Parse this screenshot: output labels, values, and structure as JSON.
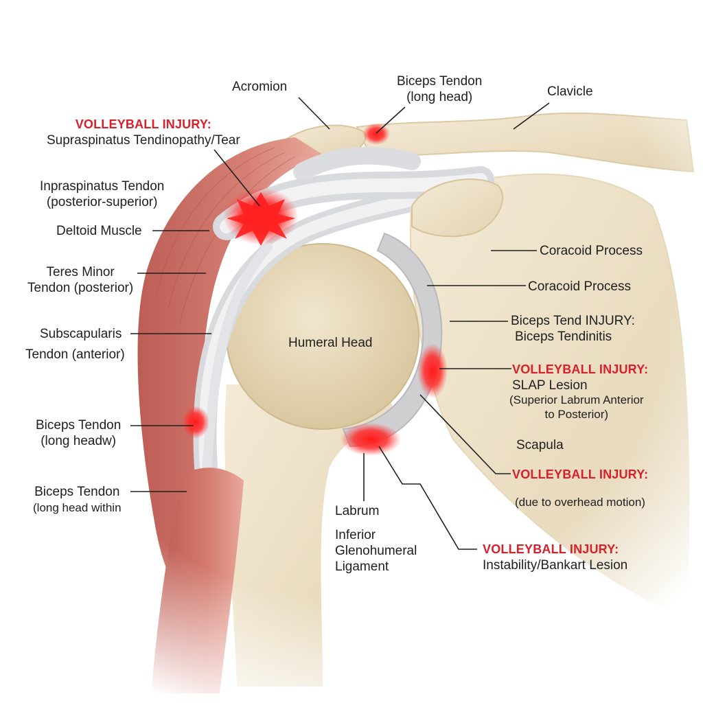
{
  "colors": {
    "background": "#ffffff",
    "bone": "#ece0c6",
    "muscle": "#c9645a",
    "tendon": "#dcdde0",
    "injury": "#ff2020",
    "injury_text": "#d8202a",
    "leader": "#1e1e1e"
  },
  "labels": {
    "acromion": "Acromion",
    "biceps_tendon_top": [
      "Biceps Tendon",
      "(long head)"
    ],
    "clavicle": "Clavicle",
    "supraspinatus_injury": [
      "VOLLEYBALL INJURY:",
      "Supraspinatus Tendinopathy/Tear"
    ],
    "infraspinatus": [
      "Inpraspinatus Tendon",
      "(posterior-superior)"
    ],
    "deltoid": "Deltoid Muscle",
    "teres_minor": [
      "Teres Minor",
      "Tendon (posterior)"
    ],
    "subscapularis": [
      "Subscapularis",
      "Tendon (anterior)"
    ],
    "biceps_tendon_mid": [
      "Biceps Tendon",
      "(long headw)"
    ],
    "biceps_tendon_low": [
      "Biceps Tendon",
      "(long head within"
    ],
    "coracoid_1": "Coracoid Process",
    "coracoid_2": "Coracoid Process",
    "biceps_tend_injury": [
      "Biceps Tend INJURY:",
      "Biceps Tendinitis"
    ],
    "slap_injury": [
      "VOLLEYBALL INJURY:",
      "SLAP Lesion",
      "(Superior Labrum Anterior",
      "to Posterior)"
    ],
    "humeral_head": "Humeral Head",
    "scapula": "Scapula",
    "overhead_injury": [
      "VOLLEYBALL INJURY:",
      "(due to overhead motion)"
    ],
    "labrum": "Labrum",
    "igl": [
      "Inferior",
      "Glenohumeral",
      "Ligament"
    ],
    "bankart_injury": [
      "VOLLEYBALL INJURY:",
      "Instability/Bankart Lesion"
    ]
  }
}
